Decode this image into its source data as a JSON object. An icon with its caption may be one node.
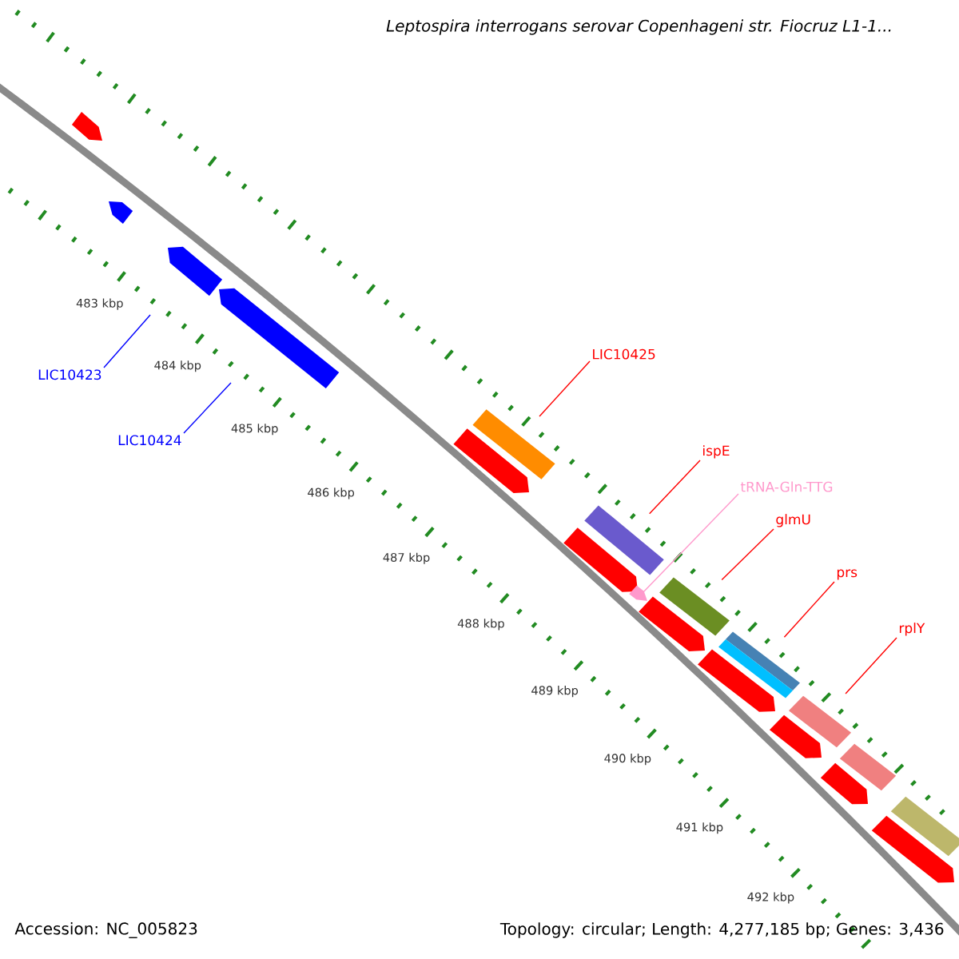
{
  "diagram": {
    "title": "Leptospira interrogans serovar Copenhageni str. Fiocruz L1-1...",
    "nodes": [
      {
        "text": [
          "LIC10423"
        ]
      },
      {
        "text": [
          "LIC10424"
        ]
      },
      {
        "text": [
          "LIC10425"
        ]
      },
      {
        "text": [
          "ispE"
        ]
      },
      {
        "text": [
          "tRNA-Gln-TTG"
        ]
      },
      {
        "text": [
          "glmU"
        ]
      },
      {
        "text": [
          "prs"
        ]
      },
      {
        "text": [
          "rplY"
        ]
      },
      {
        "text": [],
        "shape": "pentagon"
      },
      {
        "text": [],
        "shape": "pentagon"
      },
      {
        "text": [],
        "shape": "pentagon"
      },
      {
        "text": [],
        "shape": "pentagon"
      },
      {
        "text": [],
        "shape": "pentagon"
      },
      {
        "text": [],
        "shape": "bar"
      },
      {
        "text": [],
        "shape": "bar"
      },
      {
        "text": [],
        "shape": "pentagon"
      },
      {
        "text": [],
        "shape": "pentagon"
      },
      {
        "text": [],
        "shape": "pentagon"
      },
      {
        "text": [],
        "shape": "bar"
      },
      {
        "text": [],
        "shape": "bar"
      },
      {
        "text": [],
        "shape": "pentagon"
      },
      {
        "text": [],
        "shape": "bar"
      },
      {
        "text": [],
        "shape": "pentagon"
      },
      {
        "text": [],
        "shape": "bar"
      },
      {
        "text": [],
        "shape": "pentagon"
      },
      {
        "text": [],
        "shape": "bar"
      },
      {
        "text": [],
        "shape": "pentagon"
      }
    ],
    "edges": [
      {
        "from": 0,
        "to": 10,
        "arrow": "none",
        "color": "#0000ff"
      },
      {
        "from": 1,
        "to": 11,
        "arrow": "none",
        "color": "#0000ff"
      },
      {
        "from": 2,
        "to": 13,
        "arrow": "none"
      },
      {
        "from": 3,
        "to": 14,
        "arrow": "none"
      },
      {
        "from": 4,
        "to": 16,
        "arrow": "none",
        "color": "#ff99cc"
      },
      {
        "from": 5,
        "to": 18,
        "arrow": "none"
      },
      {
        "from": 6,
        "to": 19,
        "arrow": "none"
      },
      {
        "from": 7,
        "to": 21,
        "arrow": "none"
      }
    ],
    "labels": [
      "483 kbp",
      "484 kbp",
      "485 kbp",
      "486 kbp",
      "487 kbp",
      "488 kbp",
      "489 kbp",
      "490 kbp",
      "491 kbp",
      "492 kbp",
      "Accession: NC_005823",
      "Topology: circular; Length: 4,277,185 bp; Genes: 3,436"
    ]
  }
}
